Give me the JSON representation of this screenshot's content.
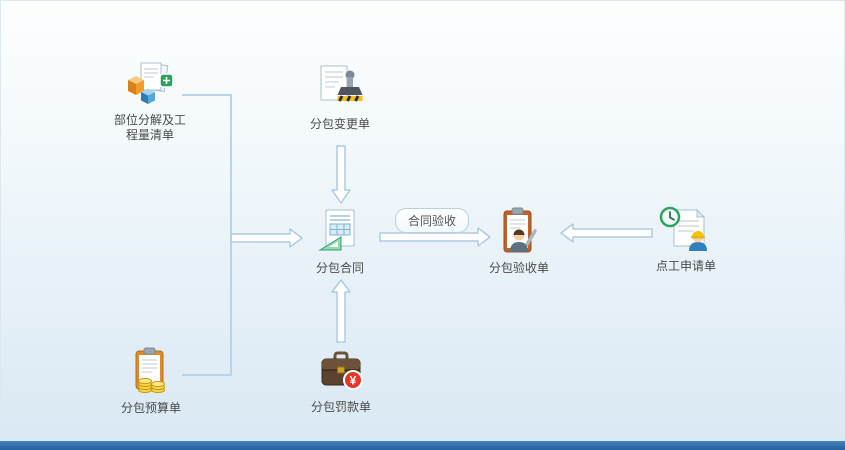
{
  "diagram": {
    "nodes": [
      {
        "id": "boq",
        "label": "部位分解及工程量清单"
      },
      {
        "id": "change-order",
        "label": "分包变更单"
      },
      {
        "id": "contract",
        "label": "分包合同"
      },
      {
        "id": "acceptance",
        "label": "分包验收单"
      },
      {
        "id": "daywork-request",
        "label": "点工申请单"
      },
      {
        "id": "budget",
        "label": "分包预算单"
      },
      {
        "id": "fine",
        "label": "分包罚款单"
      }
    ],
    "edges": [
      {
        "from": "boq",
        "to": "contract"
      },
      {
        "from": "budget",
        "to": "contract"
      },
      {
        "from": "change-order",
        "to": "contract"
      },
      {
        "from": "fine",
        "to": "contract"
      },
      {
        "from": "contract",
        "to": "acceptance",
        "label": "合同验收"
      },
      {
        "from": "daywork-request",
        "to": "acceptance"
      }
    ]
  },
  "icons": {
    "fine_badge_glyph": "¥"
  },
  "colors": {
    "background_top": "#fdfefe",
    "background_bottom": "#d9e8f3",
    "footer_bar": "#2e6dab",
    "arrow_fill": "#ffffff",
    "arrow_stroke": "#aecbe2",
    "label_text": "#4a4a4a"
  }
}
